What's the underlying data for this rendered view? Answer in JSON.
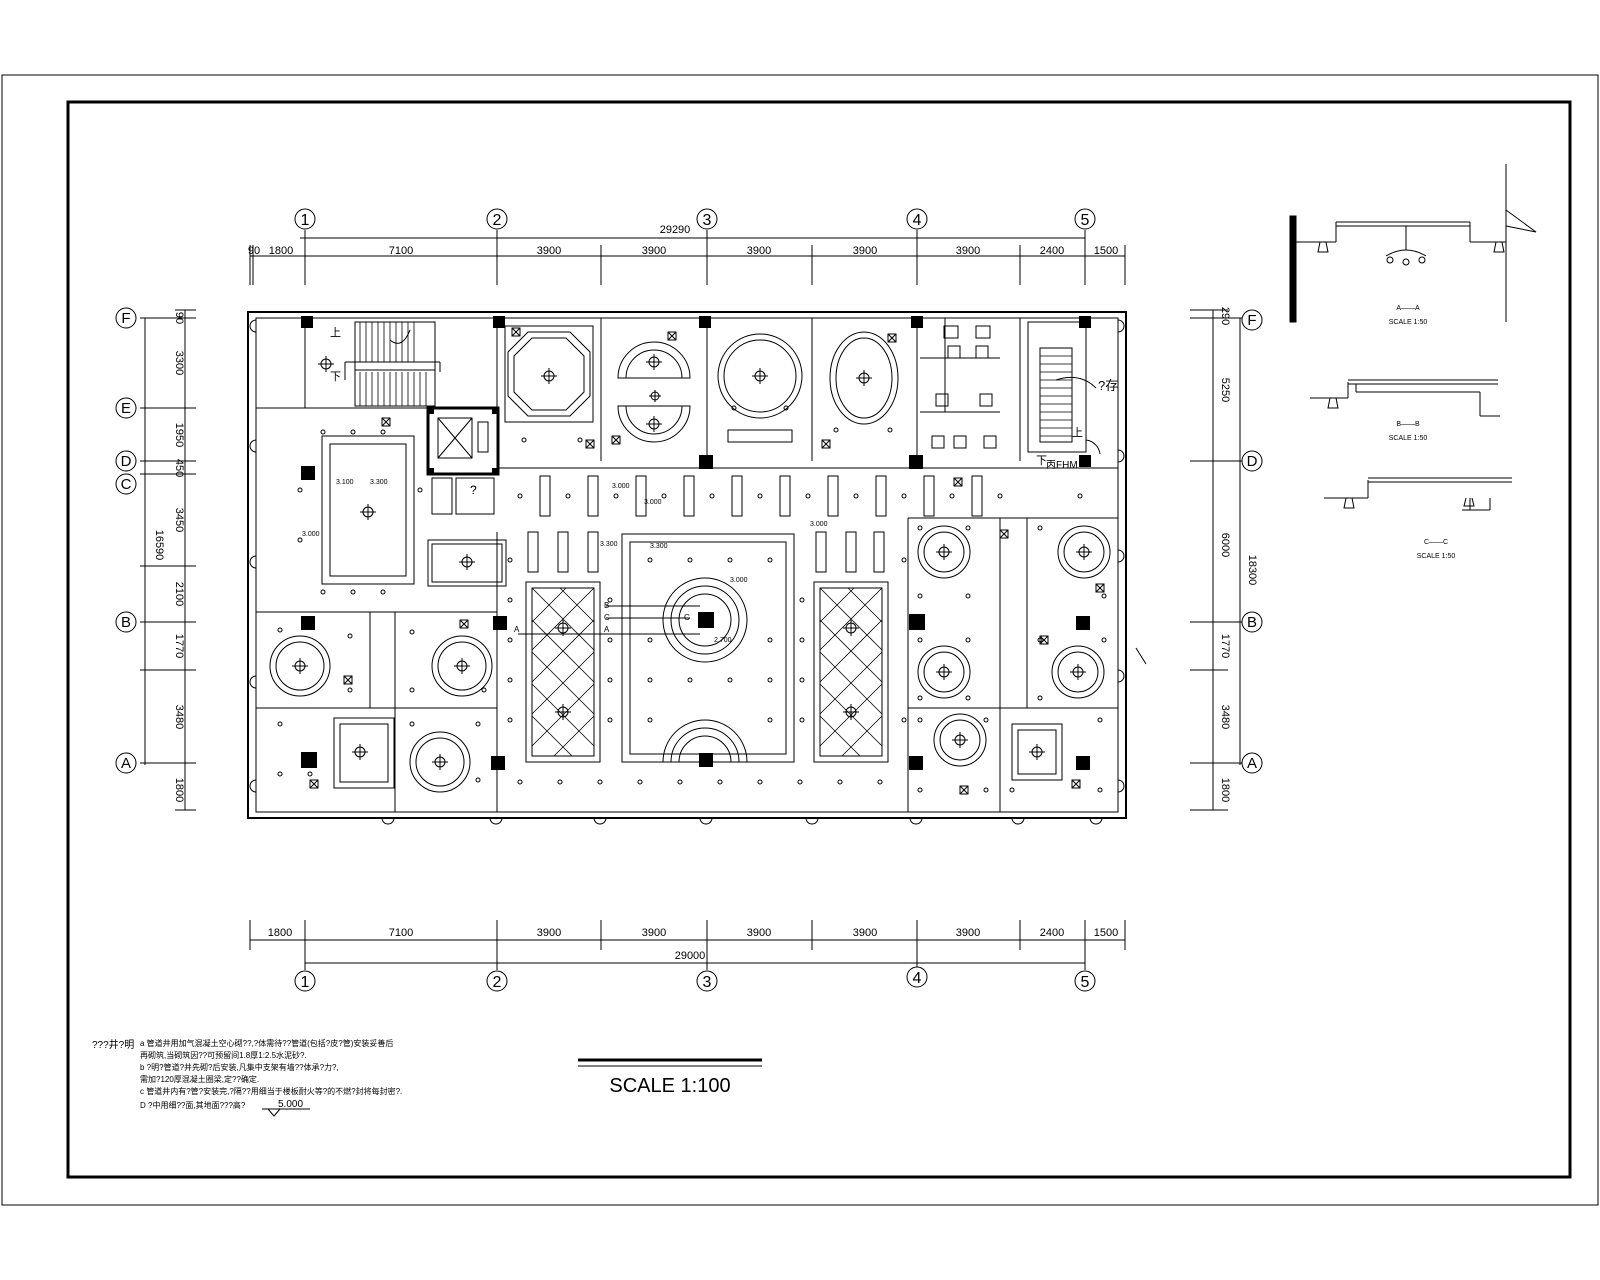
{
  "grid_x_labels": [
    "1",
    "2",
    "3",
    "4",
    "5"
  ],
  "grid_y_labels_left": [
    "F",
    "E",
    "D",
    "C",
    "B",
    "A"
  ],
  "grid_y_labels_right": [
    "F",
    "D",
    "B",
    "A"
  ],
  "top_total": "29290",
  "top_dims": [
    "90",
    "1800",
    "7100",
    "3900",
    "3900",
    "3900",
    "3900",
    "3900",
    "2400",
    "1500"
  ],
  "bottom_total": "29000",
  "bottom_dims": [
    "1800",
    "7100",
    "3900",
    "3900",
    "3900",
    "3900",
    "3900",
    "2400",
    "1500"
  ],
  "left_total": "16590",
  "left_dims": [
    "90",
    "3300",
    "1950",
    "450",
    "3450",
    "2100",
    "1770",
    "3480",
    "1800"
  ],
  "right_total": "18300",
  "right_dims": [
    "290",
    "5250",
    "6000",
    "1770",
    "3480",
    "1800"
  ],
  "plan_labels": {
    "up_1": "上",
    "down_1": "下",
    "up_2": "上",
    "down_2": "下",
    "storage": "?存",
    "door_code": "丙FHM",
    "elev_3300": "3.300",
    "elev_3000": "3.000",
    "elev_3100": "3.100",
    "elev_2700": "2.700",
    "sec_a": "A",
    "sec_b": "B",
    "sec_c": "C",
    "door_q": "?"
  },
  "details": [
    {
      "title": "A——A",
      "scale": "SCALE 1:50"
    },
    {
      "title": "B——B",
      "scale": "SCALE 1:50"
    },
    {
      "title": "C——C",
      "scale": "SCALE 1:50"
    }
  ],
  "scale_main": "SCALE 1:100",
  "notes": {
    "header": "???井?明",
    "lines": [
      "a  管道井用加气混凝土空心砌??,?体需待??管道(包括?皮?管)安装妥善后",
      "    再砌筑,当砌筑因??可预留间1.8厚1:2.5水泥砂?.",
      "b  ?明?管道?井先砌?后安装,凡集中支架有墙??体承?力?,",
      "    需加?120厚混凝土圈梁,定??确定.",
      "c  管道井内有?管?安装完,?隔??用细当于楼板耐火等?的不燃?封将每封密?.",
      "D  ?中用细??面,其地面???高?"
    ],
    "elev": "5.000"
  }
}
